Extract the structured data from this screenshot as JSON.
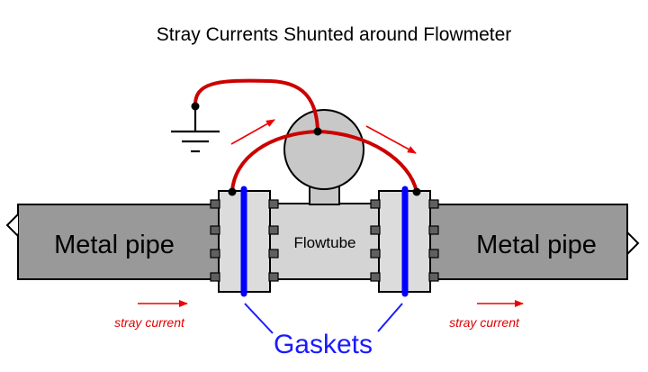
{
  "title": "Stray Currents Shunted around Flowmeter",
  "labels": {
    "left_pipe": "Metal pipe",
    "right_pipe": "Metal pipe",
    "flowtube": "Flowtube",
    "stray_left": "stray current",
    "stray_right": "stray current",
    "gaskets": "Gaskets"
  },
  "colors": {
    "pipe_fill": "#999999",
    "flange_fill": "#dcdcdc",
    "flowtube_fill": "#d4d4d4",
    "meter_fill": "#c8c8c8",
    "gasket": "#0000ff",
    "wire": "#cc0000",
    "arrow": "#ee0000",
    "gasket_label": "#1a1aff"
  },
  "icons": [
    "ground-symbol-icon",
    "connection-dot-icon",
    "current-arrow-icon",
    "bolt-icon"
  ]
}
